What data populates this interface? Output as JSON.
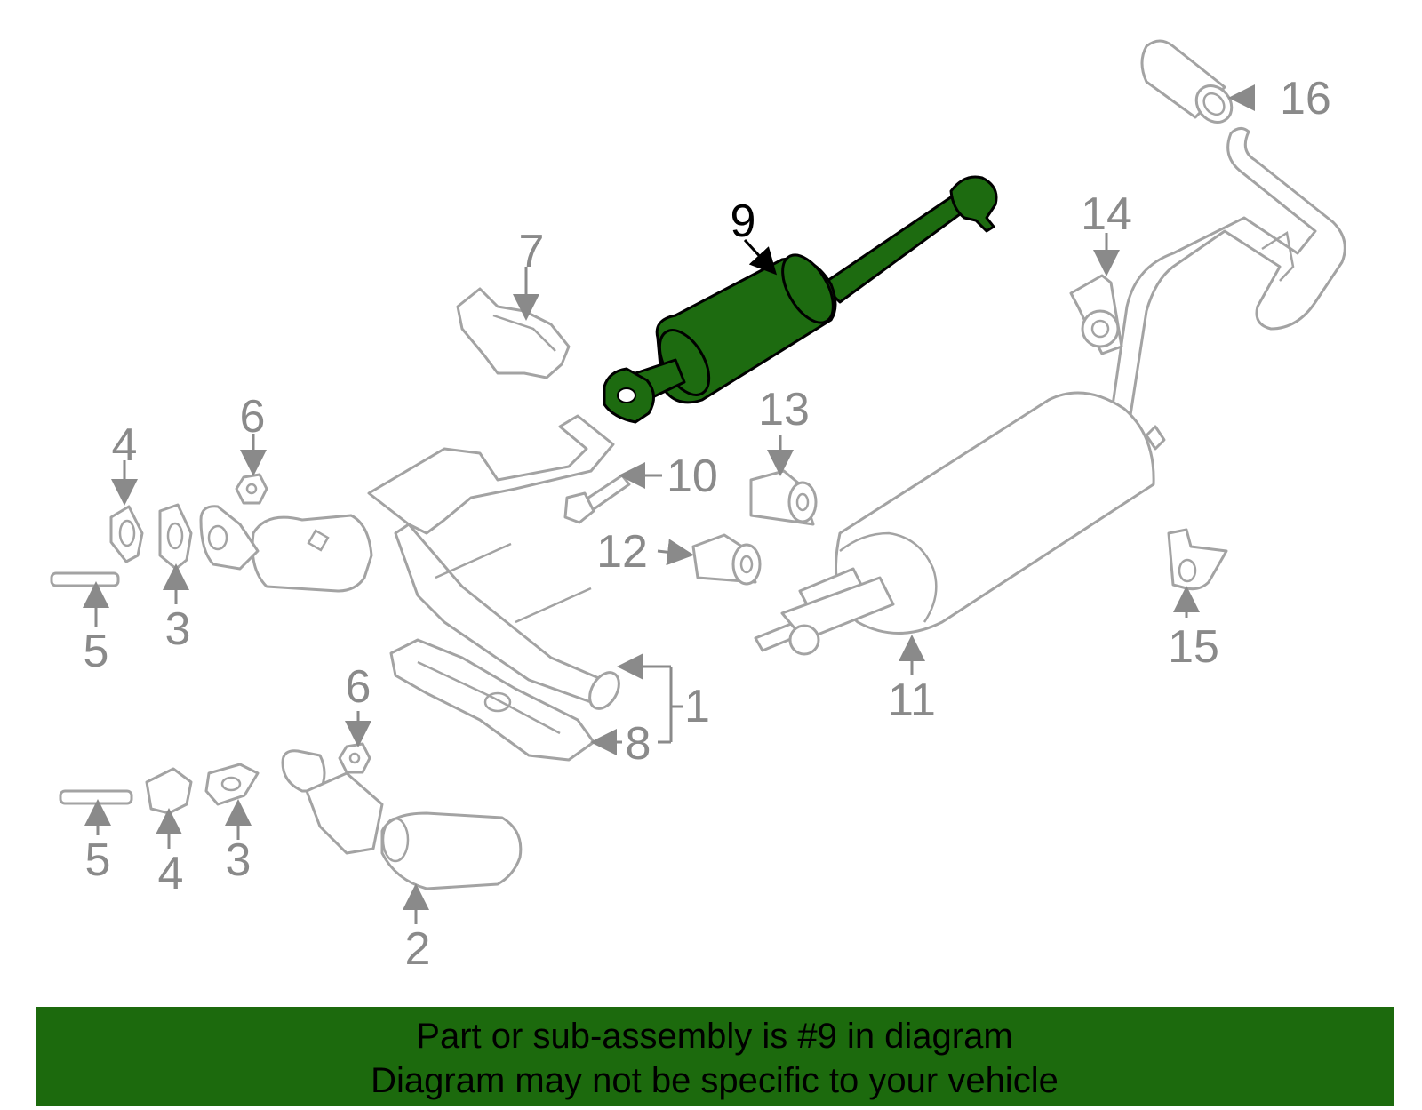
{
  "diagram": {
    "highlight_color": "#1d6b10",
    "callouts": {
      "c1": "1",
      "c2": "2",
      "c3a": "3",
      "c3b": "3",
      "c4a": "4",
      "c4b": "4",
      "c5a": "5",
      "c5b": "5",
      "c6a": "6",
      "c6b": "6",
      "c7": "7",
      "c8": "8",
      "c9": "9",
      "c10": "10",
      "c11": "11",
      "c12": "12",
      "c13": "13",
      "c14": "14",
      "c15": "15",
      "c16": "16"
    }
  },
  "banner": {
    "line1": "Part or sub-assembly is #9 in diagram",
    "line2": "Diagram may not be specific to your vehicle",
    "color": "#1c6a0d"
  }
}
